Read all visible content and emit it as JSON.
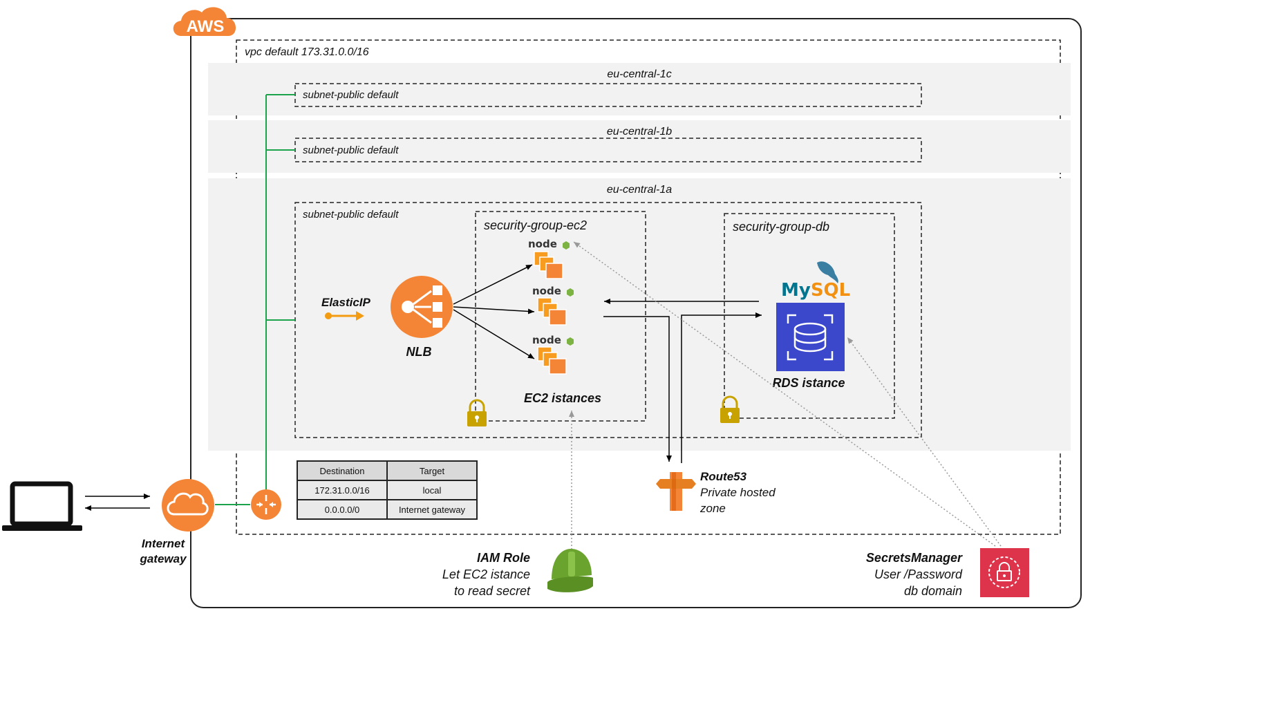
{
  "aws_badge": "AWS",
  "vpc_label": "vpc default 173.31.0.0/16",
  "zones": [
    {
      "label": "eu-central-1c",
      "subnet": "subnet-public default"
    },
    {
      "label": "eu-central-1b",
      "subnet": "subnet-public default"
    },
    {
      "label": "eu-central-1a",
      "subnet": "subnet-public default"
    }
  ],
  "sg_ec2": {
    "label": "security-group-ec2",
    "caption": "EC2 istances",
    "node_logo": "node"
  },
  "sg_db": {
    "label": "security-group-db",
    "caption": "RDS istance",
    "mysql_logo": "MySQL"
  },
  "elastic_ip": "ElasticIP",
  "nlb": "NLB",
  "internet_gateway": {
    "line1": "Internet",
    "line2": "gateway"
  },
  "route_table": {
    "headers": [
      "Destination",
      "Target"
    ],
    "rows": [
      [
        "172.31.0.0/16",
        "local"
      ],
      [
        "0.0.0.0/0",
        "Internet gateway"
      ]
    ]
  },
  "route53": {
    "title": "Route53",
    "line1": "Private hosted",
    "line2": "zone"
  },
  "iam": {
    "title": "IAM Role",
    "line1": "Let EC2 istance",
    "line2": "to read secret"
  },
  "secrets": {
    "title": "SecretsManager",
    "line1": "User /Password",
    "line2": "db domain"
  },
  "colors": {
    "aws_orange": "#f58536",
    "green_line": "#1aa34a",
    "zone_bg": "#f2f2f2",
    "rds_blue": "#3b48cc",
    "secrets_red": "#dd344c",
    "lock_gold": "#c8a200",
    "iam_green": "#6aa32e"
  },
  "icons": [
    "laptop-icon",
    "cloud-icon",
    "router-icon",
    "load-balancer-icon",
    "elastic-ip-icon",
    "ec2-instances-icon",
    "rds-icon",
    "lock-icon",
    "route53-icon",
    "hard-hat-icon",
    "secrets-manager-icon"
  ]
}
